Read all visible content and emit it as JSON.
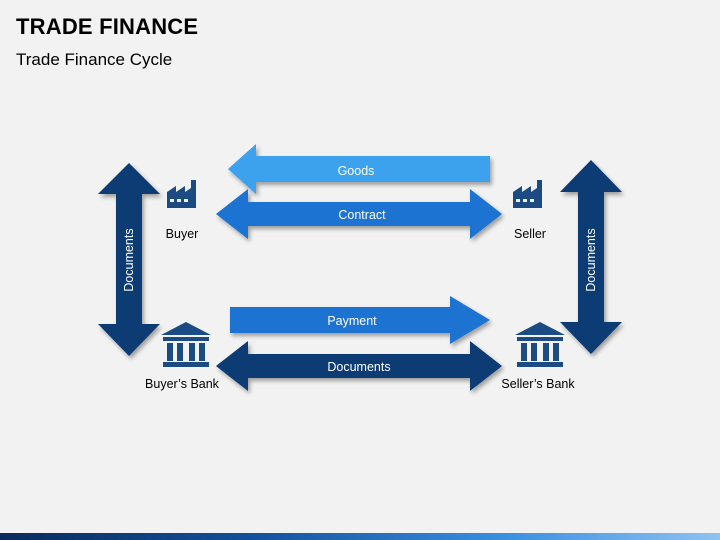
{
  "header": {
    "title": "TRADE FINANCE",
    "subtitle": "Trade Finance Cycle"
  },
  "parties": {
    "buyer": "Buyer",
    "seller": "Seller",
    "buyers_bank": "Buyer’s Bank",
    "sellers_bank": "Seller’s Bank"
  },
  "flows": {
    "goods": "Goods",
    "contract": "Contract",
    "payment": "Payment",
    "documents_bottom": "Documents",
    "documents_left": "Documents",
    "documents_right": "Documents"
  },
  "colors": {
    "light_blue": "#3ea2ee",
    "mid_blue": "#1a73d1",
    "dark_blue": "#0b3a73",
    "icon_blue": "#1c4a82"
  }
}
